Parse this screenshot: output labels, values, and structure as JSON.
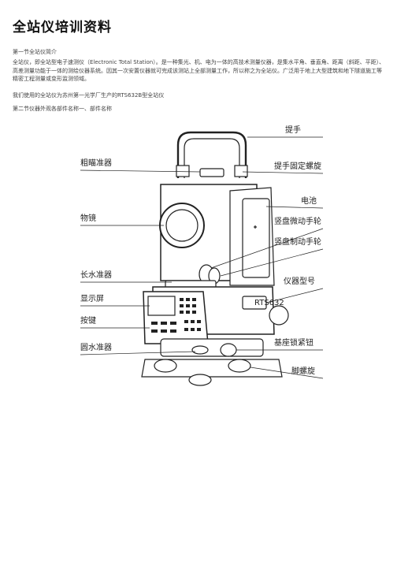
{
  "doc": {
    "title": "全站仪培训资料",
    "section1": "第一节全站仪简介",
    "paragraph": "全站仪，即全站型电子速测仪（Electronic Total Station）。是一种集光、机、电为一体的高技术测量仪器，是集水平角、垂直角、距离（斜距、平距）、高差测量功能于一体的测绘仪器系统。因其一次安置仪器就可完成该测站上全部测量工作，所以称之为全站仪。广泛用于地上大型建筑和地下隧道施工等精密工程测量或变形监测领域。",
    "used": "我们使用的全站仪为苏州第一光学厂生产的RTS632B型全站仪",
    "section2": "第二节仪器外观各部件名称一、部件名称"
  },
  "figure": {
    "labels_left": [
      "粗瞄准器",
      "物镜",
      "长水准器",
      "显示屏",
      "按键",
      "圆水准器"
    ],
    "labels_right": [
      "提手",
      "提手固定螺旋",
      "电池",
      "竖盘微动手轮",
      "竖盘制动手轮",
      "仪器型号",
      "基座锁紧钮",
      "脚螺旋"
    ],
    "brand_text": "RTS632"
  }
}
